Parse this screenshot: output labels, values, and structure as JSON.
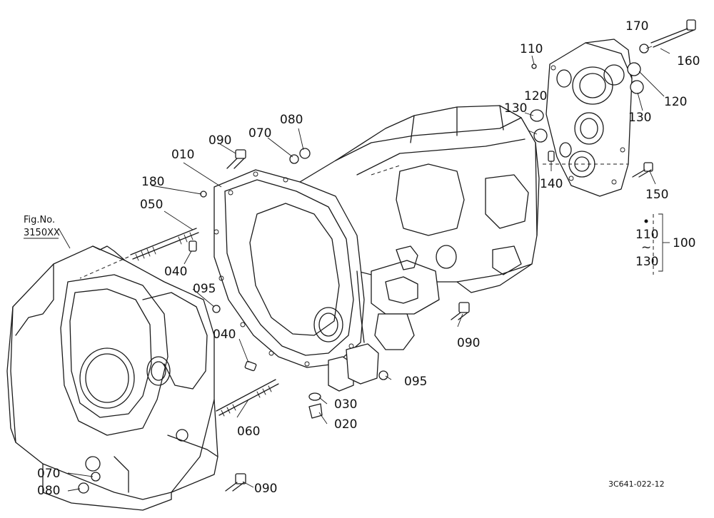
{
  "fig_ref": {
    "line1": "Fig.No.",
    "line2": "3150XX"
  },
  "doc_code": "3C641-022-12",
  "group_label": "100",
  "range": {
    "from": "110",
    "to": "130",
    "tilde": "~"
  },
  "callouts": {
    "p010": "010",
    "p020": "020",
    "p030": "030",
    "p040a": "040",
    "p040b": "040",
    "p050": "050",
    "p060": "060",
    "p070a": "070",
    "p070b": "070",
    "p080a": "080",
    "p080b": "080",
    "p090a": "090",
    "p090b": "090",
    "p090c": "090",
    "p095a": "095",
    "p095b": "095",
    "p110": "110",
    "p120a": "120",
    "p120b": "120",
    "p130a": "130",
    "p130b": "130",
    "p140": "140",
    "p150": "150",
    "p160": "160",
    "p170": "170",
    "p180": "180"
  }
}
